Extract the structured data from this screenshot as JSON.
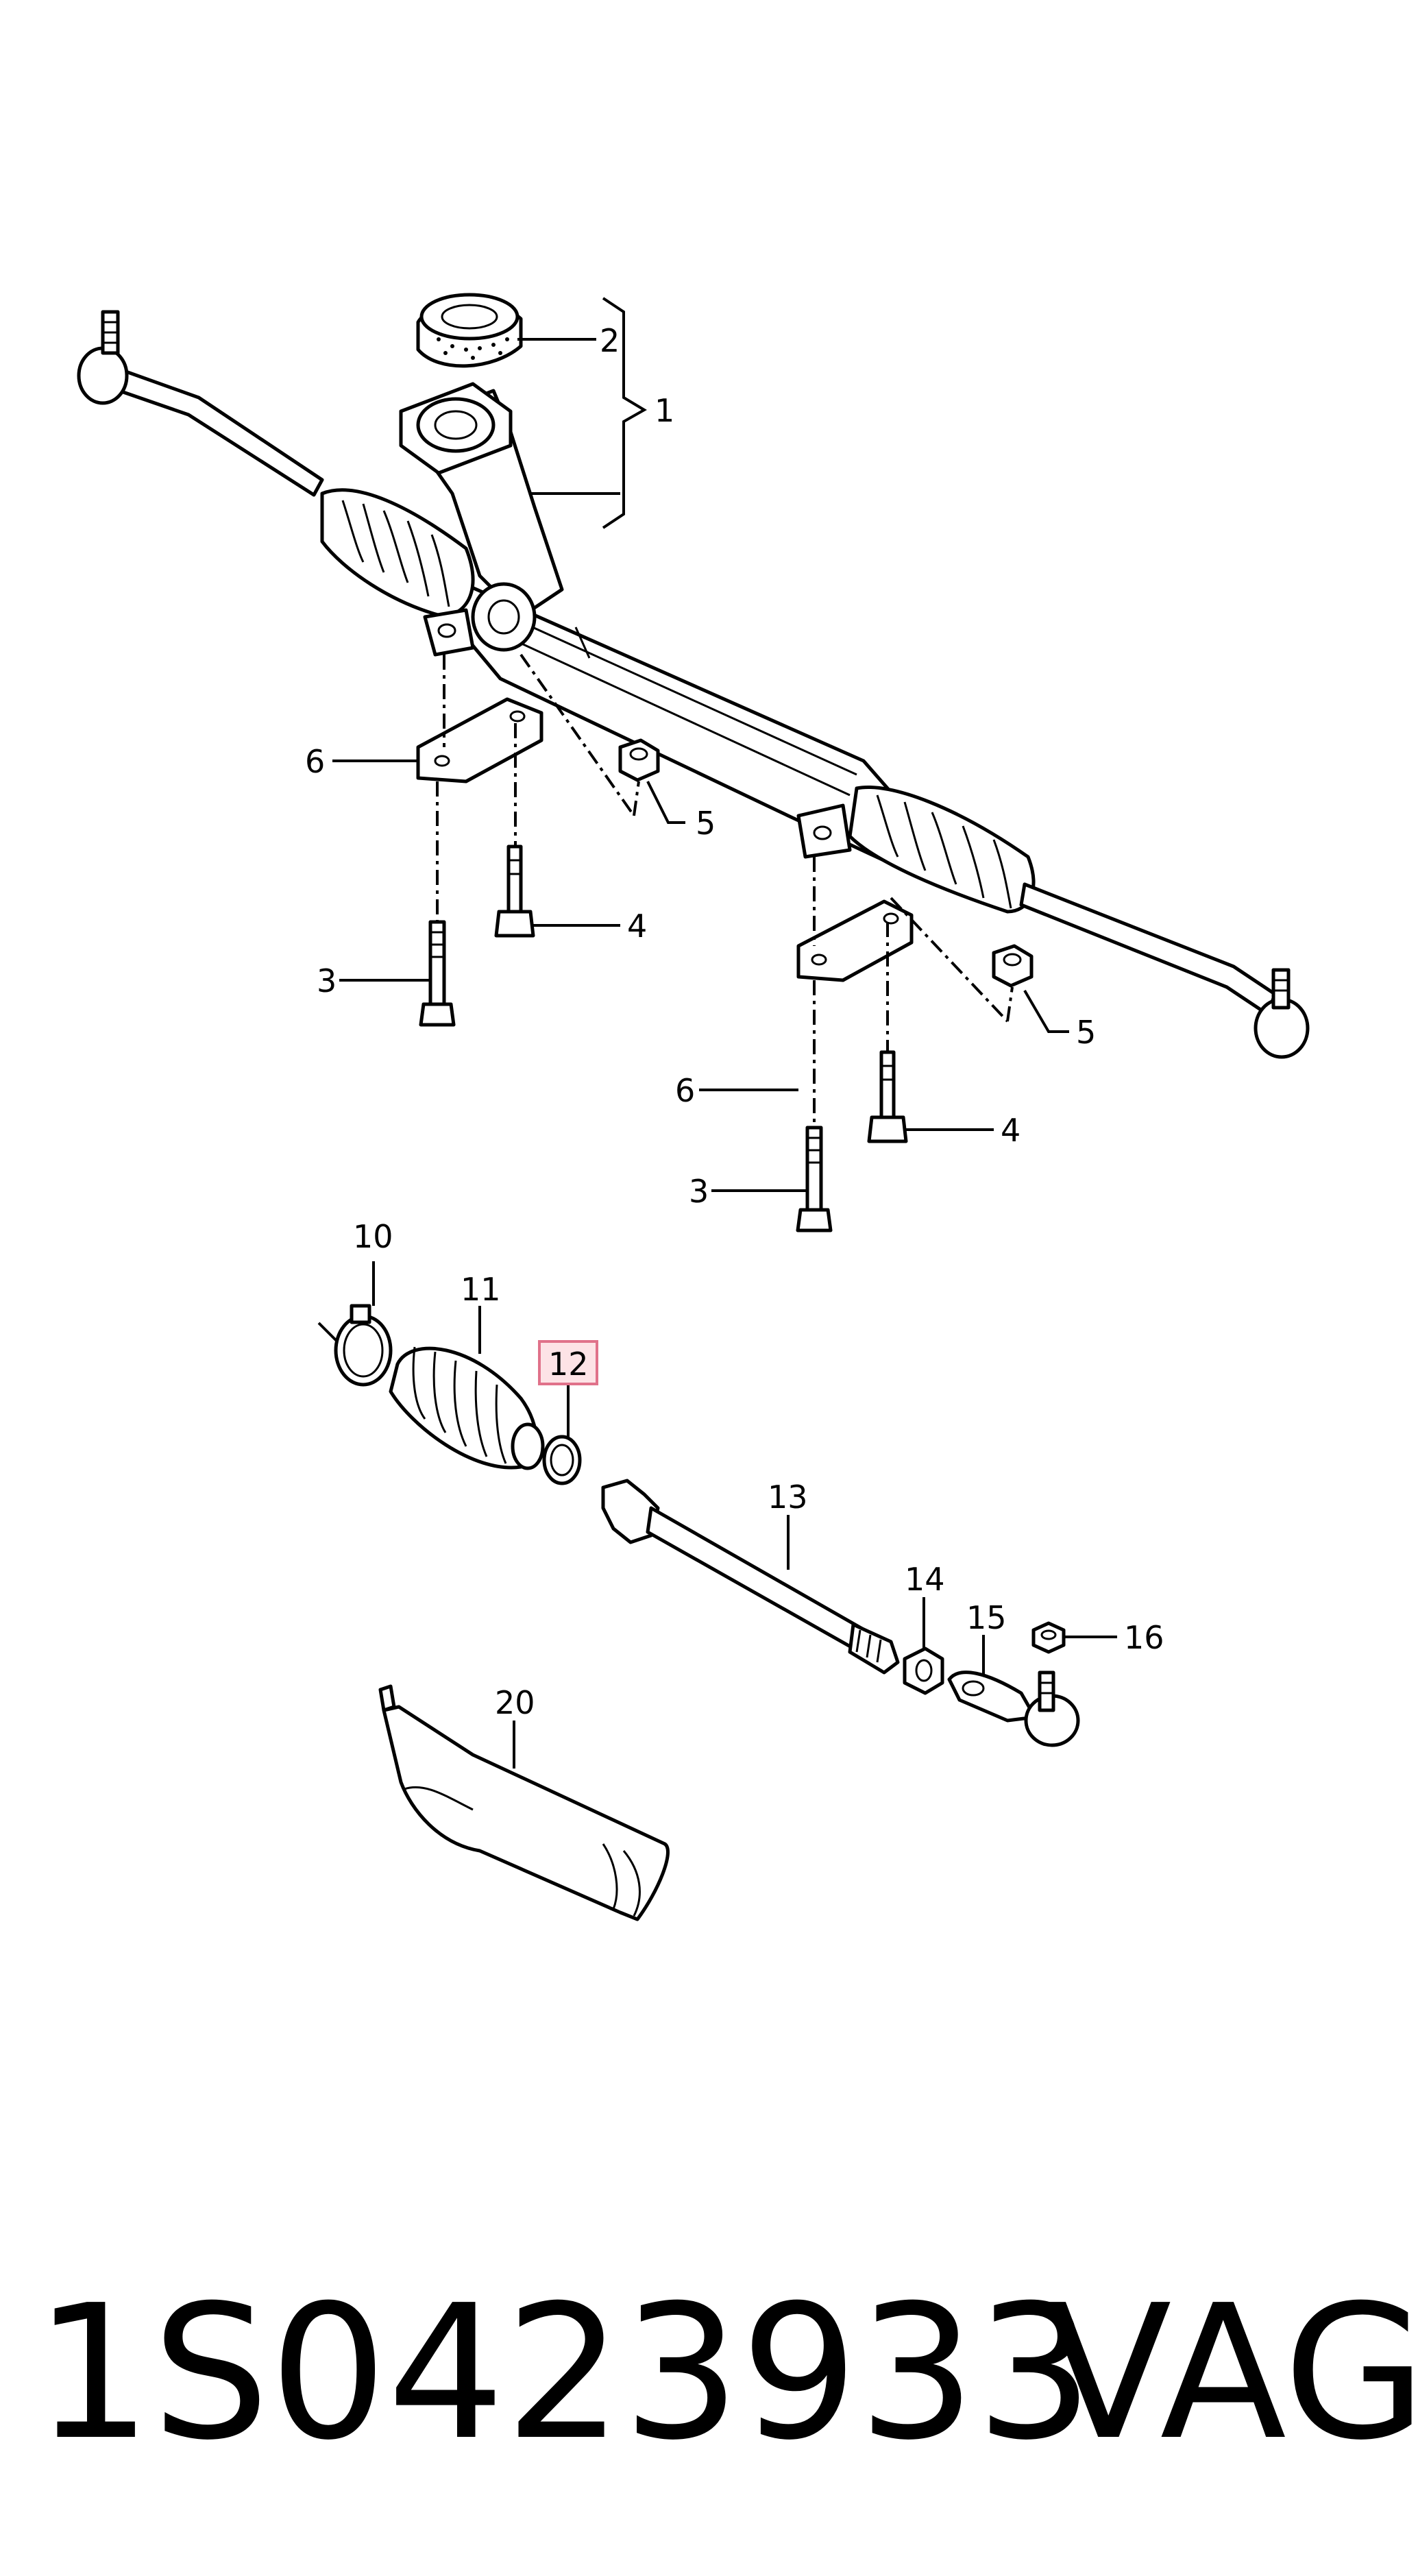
{
  "callouts": {
    "c1": "1",
    "c2": "2",
    "c3a": "3",
    "c3b": "3",
    "c4a": "4",
    "c4b": "4",
    "c5a": "5",
    "c5b": "5",
    "c6a": "6",
    "c6b": "6",
    "c10": "10",
    "c11": "11",
    "c12": "12",
    "c13": "13",
    "c14": "14",
    "c15": "15",
    "c16": "16",
    "c20": "20"
  },
  "highlighted_callout": "12",
  "highlight_color": "#fde3e6",
  "footer": {
    "part_number": "1S0423933",
    "brand": "VAG"
  }
}
